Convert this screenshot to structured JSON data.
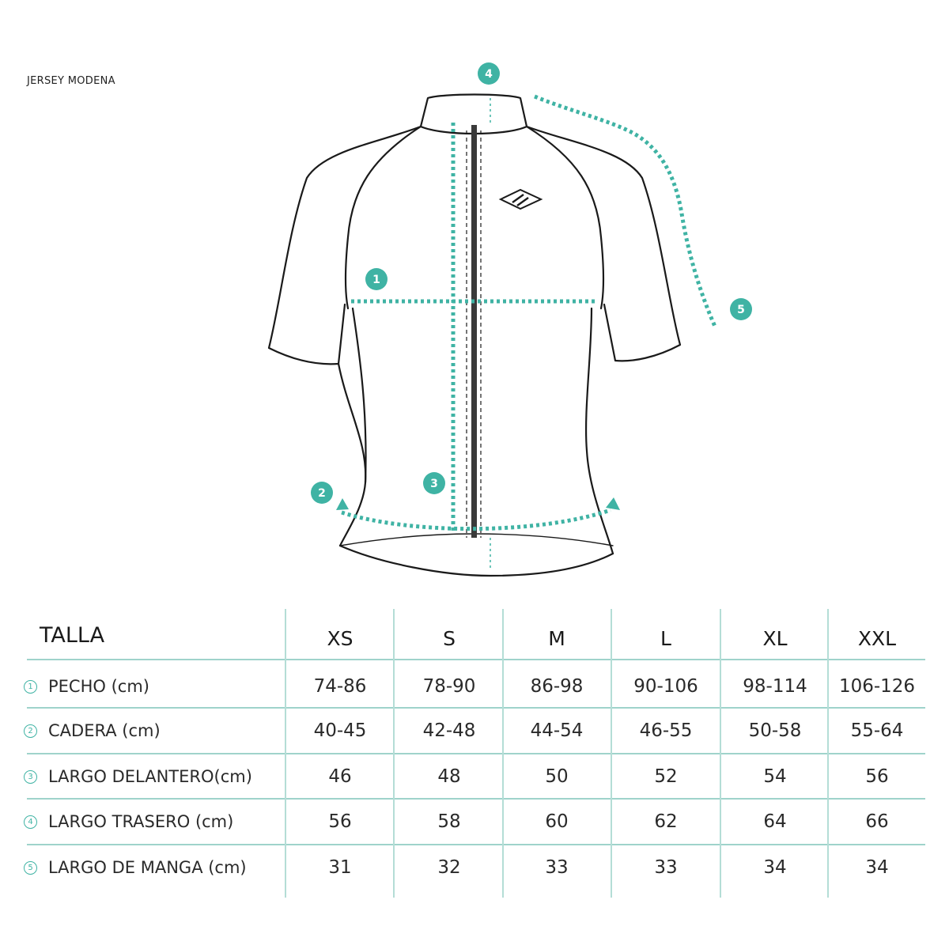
{
  "product": {
    "title": "JERSEY MODENA"
  },
  "colors": {
    "accent": "#3fb3a4",
    "outline": "#1a1a1a",
    "table_line": "#9fd3cb"
  },
  "markers": [
    {
      "id": "chest",
      "label": "1"
    },
    {
      "id": "hip",
      "label": "2"
    },
    {
      "id": "front-length",
      "label": "3"
    },
    {
      "id": "back-length",
      "label": "4"
    },
    {
      "id": "sleeve-length",
      "label": "5"
    }
  ],
  "table": {
    "header_label": "TALLA",
    "sizes": [
      "XS",
      "S",
      "M",
      "L",
      "XL",
      "XXL"
    ],
    "rows": [
      {
        "num": "1",
        "label": "PECHO (cm)",
        "values": [
          "74-86",
          "78-90",
          "86-98",
          "90-106",
          "98-114",
          "106-126"
        ]
      },
      {
        "num": "2",
        "label": "CADERA (cm)",
        "values": [
          "40-45",
          "42-48",
          "44-54",
          "46-55",
          "50-58",
          "55-64"
        ]
      },
      {
        "num": "3",
        "label": "LARGO DELANTERO(cm)",
        "values": [
          "46",
          "48",
          "50",
          "52",
          "54",
          "56"
        ]
      },
      {
        "num": "4",
        "label": "LARGO TRASERO (cm)",
        "values": [
          "56",
          "58",
          "60",
          "62",
          "64",
          "66"
        ]
      },
      {
        "num": "5",
        "label": "LARGO DE MANGA (cm)",
        "values": [
          "31",
          "32",
          "33",
          "33",
          "34",
          "34"
        ]
      }
    ]
  }
}
